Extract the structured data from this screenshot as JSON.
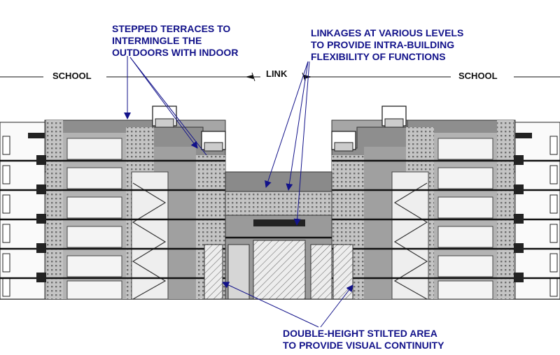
{
  "annotations": {
    "terraces": {
      "line1": "STEPPED TERRACES TO",
      "line2": "INTERMINGLE THE",
      "line3": "OUTDOORS WITH INDOOR"
    },
    "linkages": {
      "line1": "LINKAGES AT VARIOUS LEVELS",
      "line2": "TO PROVIDE INTRA-BUILDING",
      "line3": "FLEXIBILITY OF FUNCTIONS"
    },
    "stilted": {
      "line1": "DOUBLE-HEIGHT STILTED AREA",
      "line2": "TO PROVIDE VISUAL CONTINUITY"
    }
  },
  "zones": {
    "left": "SCHOOL",
    "center": "LINK",
    "right": "SCHOOL"
  },
  "colors": {
    "annotation": "#12128a",
    "line": "#111111",
    "mass": "#8c8c8c",
    "texture": "#bdbdbd"
  }
}
